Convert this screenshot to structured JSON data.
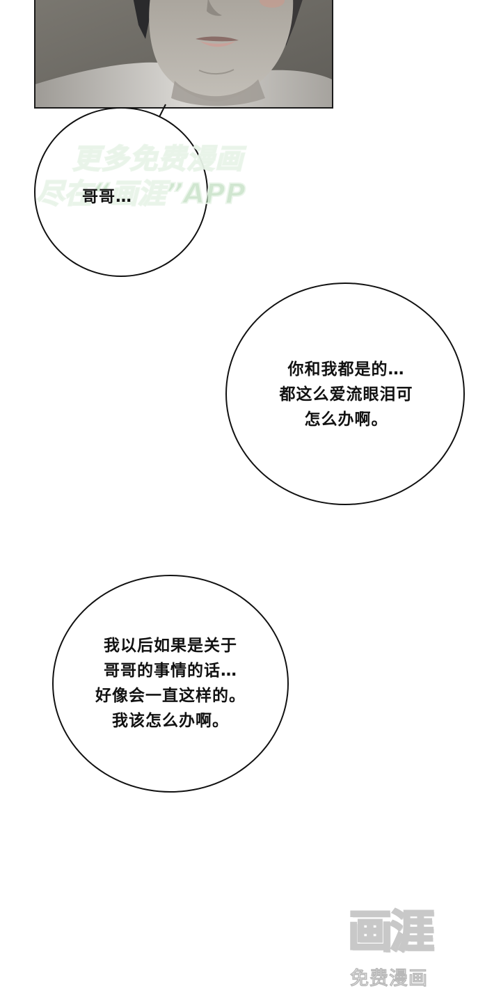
{
  "bubbles": {
    "first": {
      "lines": [
        "哥哥…"
      ]
    },
    "second": {
      "lines": [
        "你和我都是的…",
        "都这么爱流眼泪可",
        "怎么办啊。"
      ]
    },
    "third": {
      "lines": [
        "我以后如果是关于",
        "哥哥的事情的话…",
        "好像会一直这样的。",
        "我该怎么办啊。"
      ]
    }
  },
  "watermark_top": {
    "line1": "更多免费漫画",
    "line2": "尽在“画涯”APP"
  },
  "watermark_corner": {
    "logo": "画涯",
    "sub": "免费漫画"
  },
  "colors": {
    "panel_bg": "#6f6c66",
    "skin": "#b7b3ac",
    "shirt": "#d8d6d2",
    "hair": "#2a2a2c",
    "lips": "#c9a19a"
  }
}
